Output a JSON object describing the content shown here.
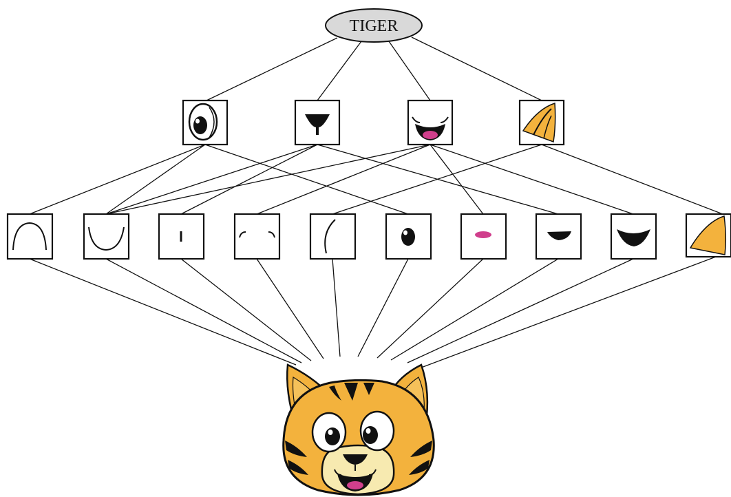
{
  "root": {
    "label": "TIGER"
  },
  "parts": [
    {
      "id": "eye",
      "icon": "eye-icon"
    },
    {
      "id": "nose",
      "icon": "nose-icon"
    },
    {
      "id": "mouth",
      "icon": "mouth-icon"
    },
    {
      "id": "ear",
      "icon": "ear-icon"
    }
  ],
  "features": [
    {
      "id": "arc-top",
      "icon": "arc-top-icon"
    },
    {
      "id": "arc-bottom",
      "icon": "arc-bottom-icon"
    },
    {
      "id": "short-line",
      "icon": "short-line-icon"
    },
    {
      "id": "mouth-corners",
      "icon": "mouth-corners-icon"
    },
    {
      "id": "curve",
      "icon": "curve-icon"
    },
    {
      "id": "pupil",
      "icon": "pupil-icon"
    },
    {
      "id": "tongue",
      "icon": "tongue-icon"
    },
    {
      "id": "nose-shape",
      "icon": "nose-shape-icon"
    },
    {
      "id": "mouth-shape",
      "icon": "mouth-shape-icon"
    },
    {
      "id": "ear-tip",
      "icon": "ear-tip-icon"
    }
  ],
  "part_feature_links": [
    [
      "eye",
      "arc-top"
    ],
    [
      "eye",
      "arc-bottom"
    ],
    [
      "eye",
      "pupil"
    ],
    [
      "nose",
      "arc-bottom"
    ],
    [
      "nose",
      "short-line"
    ],
    [
      "nose",
      "nose-shape"
    ],
    [
      "mouth",
      "arc-bottom"
    ],
    [
      "mouth",
      "mouth-corners"
    ],
    [
      "mouth",
      "tongue"
    ],
    [
      "mouth",
      "mouth-shape"
    ],
    [
      "ear",
      "curve"
    ],
    [
      "ear",
      "ear-tip"
    ]
  ],
  "colors": {
    "line": "#111111",
    "root_fill": "#d9d9d9",
    "tiger_orange": "#f3b23d",
    "tongue_pink": "#d03f8c",
    "muzzle_cream": "#f7eab0"
  },
  "image": {
    "icon": "tiger-face-icon"
  }
}
